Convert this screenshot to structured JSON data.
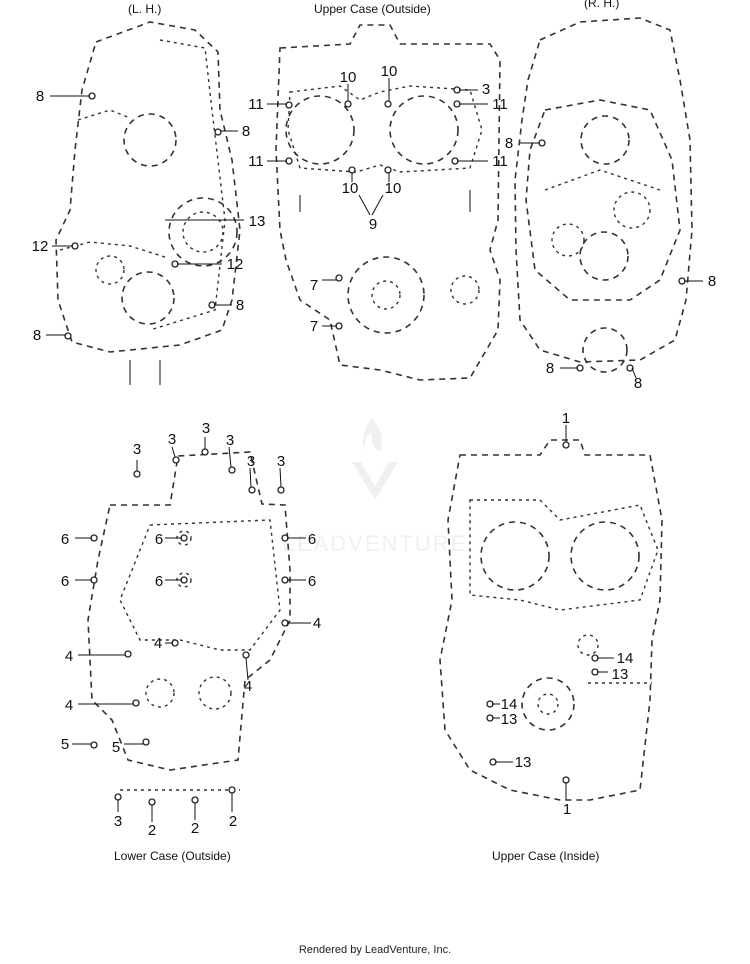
{
  "titles": {
    "lh": "(L. H.)",
    "upper_outside": "Upper Case (Outside)",
    "rh": "(R. H.)",
    "lower_outside": "Lower Case (Outside)",
    "upper_inside": "Upper Case (Inside)"
  },
  "watermark": "LEADVENTURE",
  "footer": "Rendered by LeadVenture, Inc.",
  "callouts": {
    "lh": [
      "8",
      "8",
      "13",
      "12",
      "12",
      "8",
      "8"
    ],
    "upper_outside": [
      "11",
      "10",
      "10",
      "3",
      "11",
      "11",
      "11",
      "10",
      "10",
      "9",
      "7",
      "7"
    ],
    "rh": [
      "8",
      "8",
      "8",
      "8"
    ],
    "lower_outside": [
      "3",
      "3",
      "3",
      "3",
      "3",
      "3",
      "6",
      "6",
      "6",
      "6",
      "6",
      "6",
      "4",
      "4",
      "4",
      "4",
      "4",
      "5",
      "5",
      "3",
      "2",
      "2",
      "2"
    ],
    "upper_inside": [
      "1",
      "14",
      "13",
      "14",
      "13",
      "13",
      "1"
    ]
  }
}
